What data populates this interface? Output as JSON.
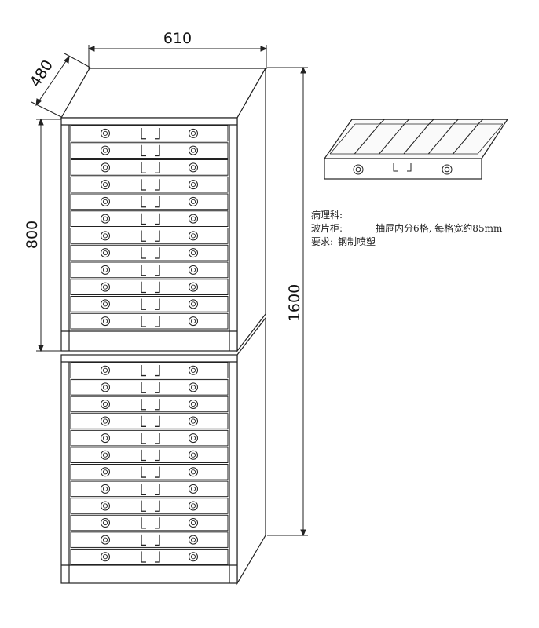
{
  "dimensions": {
    "width": "610",
    "depth": "480",
    "section_height": "800",
    "total_height": "1600"
  },
  "cabinet": {
    "upper_drawer_count": 12,
    "lower_drawer_count": 12,
    "tray_compartments": 6
  },
  "notes": {
    "department_label": "病理科:",
    "product_label": "玻片柜:",
    "product_value": "抽屉内分6格, 每格宽约85mm",
    "requirement_label": "要求:",
    "requirement_value": "钢制喷塑"
  }
}
